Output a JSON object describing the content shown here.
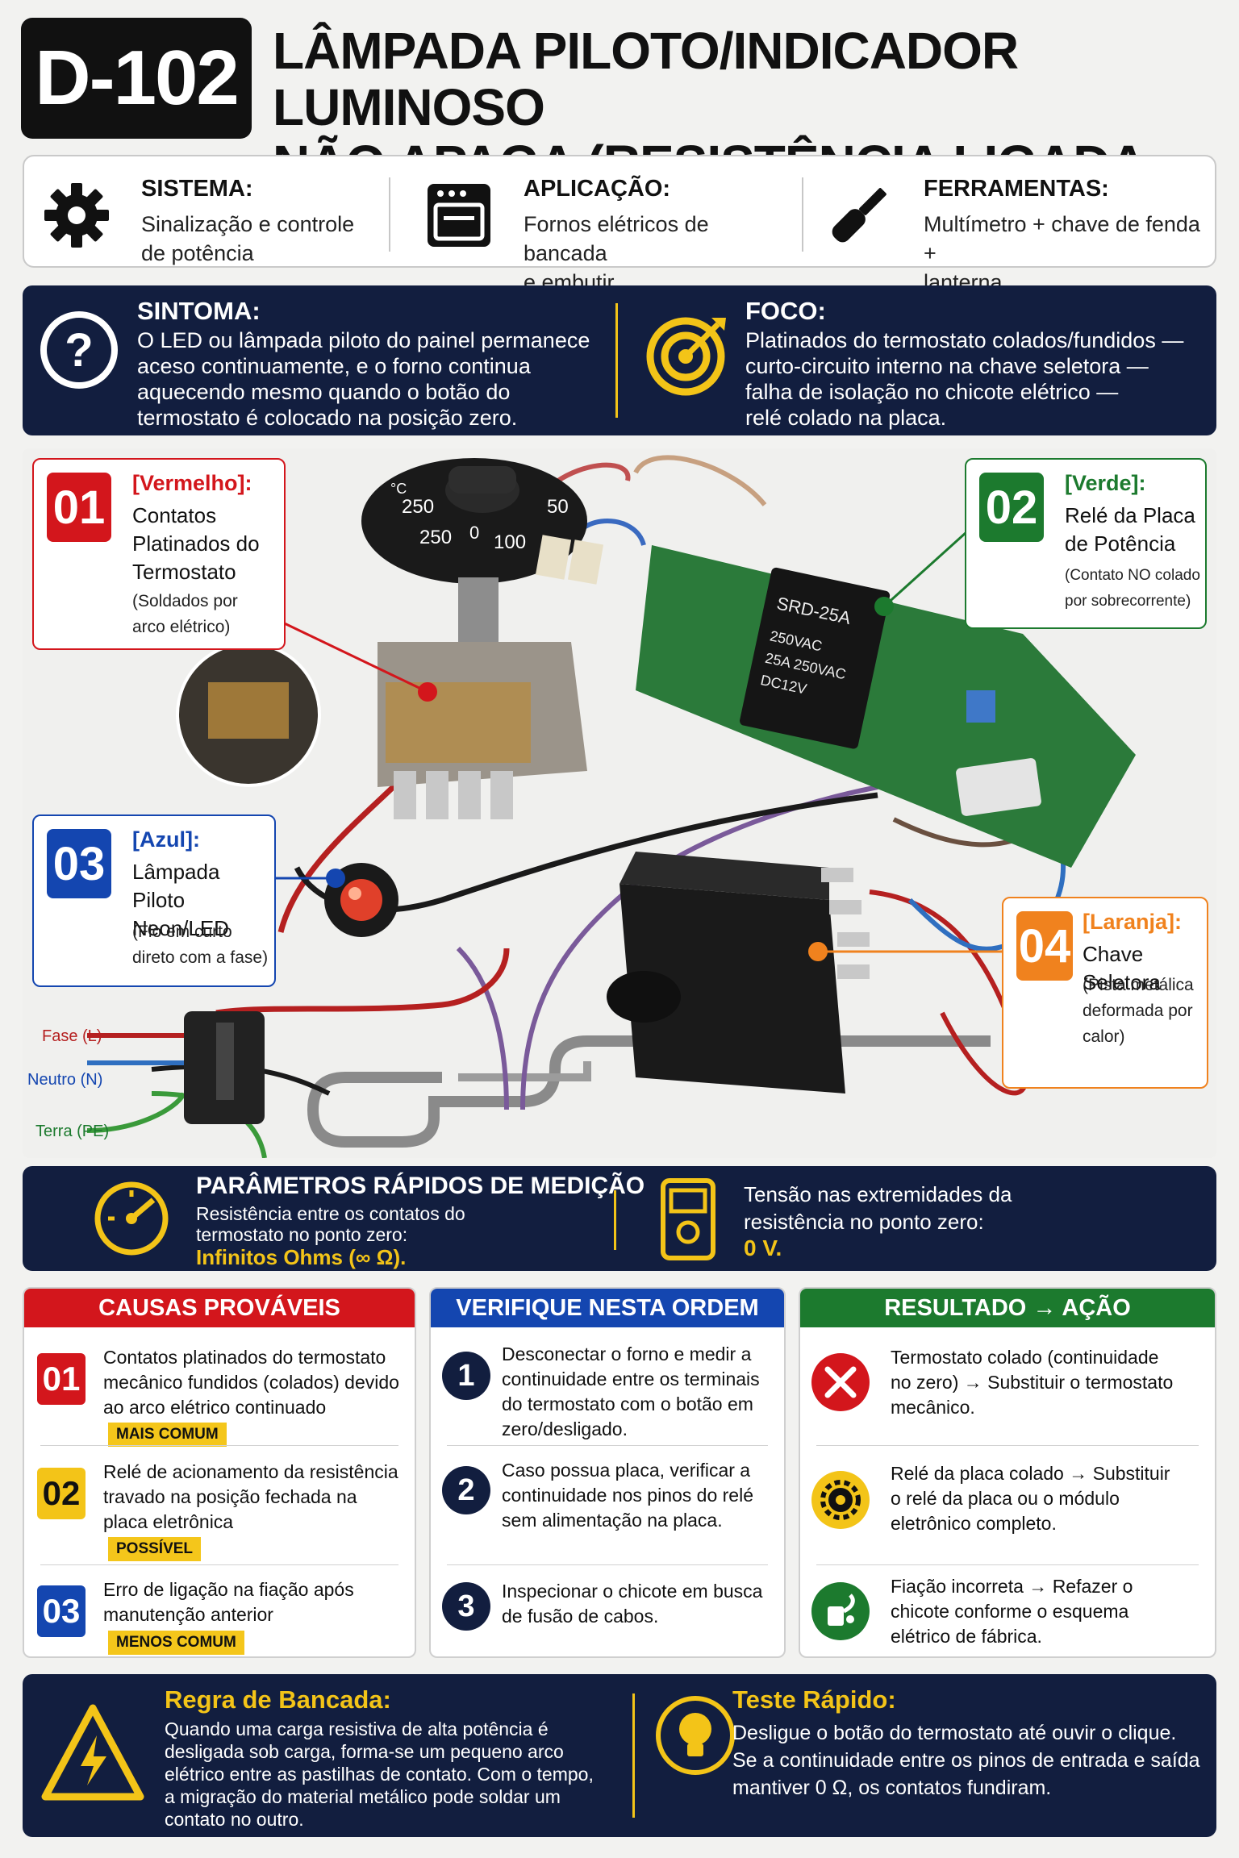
{
  "header": {
    "code": "D-102",
    "title_line1": "LÂMPADA PILOTO/INDICADOR LUMINOSO",
    "title_line2": "NÃO APAGA (RESISTÊNCIA LIGADA DIRETO)"
  },
  "info": {
    "sistema": {
      "label": "SISTEMA:",
      "line1": "Sinalização e controle",
      "line2": "de potência",
      "icon": "gear-icon"
    },
    "aplicacao": {
      "label": "APLICAÇÃO:",
      "line1": "Fornos elétricos de bancada",
      "line2": "e embutir",
      "icon": "oven-icon"
    },
    "ferramentas": {
      "label": "FERRAMENTAS:",
      "line1": "Multímetro + chave de fenda +",
      "line2": "lanterna",
      "icon": "screwdriver-icon"
    }
  },
  "symptom": {
    "title": "SINTOMA:",
    "lines": [
      "O LED ou lâmpada piloto do painel permanece",
      "aceso continuamente, e o forno continua",
      "aquecendo mesmo quando o botão do",
      "termostato é colocado na posição zero."
    ]
  },
  "focus": {
    "title": "FOCO:",
    "lines": [
      "Platinados do termostato colados/fundidos —",
      "curto-circuito interno na chave seletora —",
      "falha de isolação no chicote elétrico —",
      "relé colado na placa."
    ]
  },
  "diagram": {
    "dial_labels": [
      "°C",
      "250",
      "50",
      "250",
      "0",
      "100"
    ],
    "relay_text": [
      "SRD-25A",
      "250VAC",
      "25A 250VAC",
      "DC12V"
    ],
    "wire_labels": {
      "fase": "Fase (L)",
      "neutro": "Neutro (N)",
      "terra": "Terra (PE)"
    },
    "callouts": [
      {
        "num": "01",
        "color_tag": "[Vermelho]:",
        "name": [
          "Contatos",
          "Platinados do",
          "Termostato"
        ],
        "note": [
          "(Soldados por",
          "arco elétrico)"
        ],
        "color": "#d3161c"
      },
      {
        "num": "02",
        "color_tag": "[Verde]:",
        "name": [
          "Relé da Placa",
          "de Potência"
        ],
        "note": [
          "(Contato NO colado",
          "por sobrecorrente)"
        ],
        "color": "#1c7a2e"
      },
      {
        "num": "03",
        "color_tag": "[Azul]:",
        "name": [
          "Lâmpada Piloto",
          "Neon/LED"
        ],
        "note": [
          "(Fio em curto",
          "direto com a fase)"
        ],
        "color": "#1446b0"
      },
      {
        "num": "04",
        "color_tag": "[Laranja]:",
        "name": [
          "Chave Seletora"
        ],
        "note": [
          "(Pista metálica",
          "deformada por",
          "calor)"
        ],
        "color": "#f0821e"
      }
    ]
  },
  "params": {
    "title": "PARÂMETROS RÁPIDOS DE MEDIÇÃO",
    "left_lines": [
      "Resistência entre os contatos do",
      "termostato no ponto zero:"
    ],
    "left_value": "Infinitos Ohms (∞ Ω).",
    "right_lines": [
      "Tensão nas extremidades da",
      "resistência no ponto zero:"
    ],
    "right_value": "0 V."
  },
  "causes": {
    "title": "CAUSAS PROVÁVEIS",
    "items": [
      {
        "num": "01",
        "lines": [
          "Contatos platinados do termostato",
          "mecânico fundidos (colados) devido",
          "ao arco elétrico continuado"
        ],
        "tag": "MAIS COMUM",
        "color": "#d3161c"
      },
      {
        "num": "02",
        "lines": [
          "Relé de acionamento da resistência",
          "travado na posição fechada na",
          "placa eletrônica"
        ],
        "tag": "POSSÍVEL",
        "color": "#f3c418"
      },
      {
        "num": "03",
        "lines": [
          "Erro de ligação na fiação após",
          "manutenção anterior"
        ],
        "tag": "MENOS COMUM",
        "color": "#1446b0"
      }
    ]
  },
  "verify": {
    "title": "VERIFIQUE NESTA ORDEM",
    "items": [
      {
        "num": "1",
        "lines": [
          "Desconectar o forno e medir a",
          "continuidade entre os terminais",
          "do termostato com o botão em",
          "zero/desligado."
        ]
      },
      {
        "num": "2",
        "lines": [
          "Caso possua placa, verificar a",
          "continuidade nos pinos do relé",
          "sem alimentação na placa."
        ]
      },
      {
        "num": "3",
        "lines": [
          "Inspecionar o chicote em busca",
          "de fusão de cabos."
        ]
      }
    ]
  },
  "result": {
    "title": "RESULTADO → AÇÃO",
    "items": [
      {
        "lines": [
          "Termostato colado (continuidade",
          "no zero) → Substituir o termostato",
          "mecânico."
        ],
        "icon": "tools-icon",
        "color": "#d3161c"
      },
      {
        "lines": [
          "Relé da placa colado → Substituir",
          "o relé da placa ou o módulo",
          "eletrônico completo."
        ],
        "icon": "gear-icon",
        "color": "#f3c418"
      },
      {
        "lines": [
          "Fiação incorreta → Refazer o",
          "chicote conforme o esquema",
          "elétrico de fábrica."
        ],
        "icon": "wiring-icon",
        "color": "#1c7a2e"
      }
    ]
  },
  "bench_rule": {
    "title": "Regra de Bancada:",
    "lines": [
      "Quando uma carga resistiva de alta potência é",
      "desligada sob carga, forma-se um pequeno arco",
      "elétrico entre as pastilhas de contato. Com o tempo,",
      "a migração do material metálico pode soldar um",
      "contato no outro."
    ]
  },
  "quick_test": {
    "title": "Teste Rápido:",
    "lines": [
      "Desligue o botão do termostato até ouvir o clique.",
      "Se a continuidade entre os pinos de entrada e saída",
      "mantiver 0 Ω, os contatos fundiram."
    ]
  }
}
